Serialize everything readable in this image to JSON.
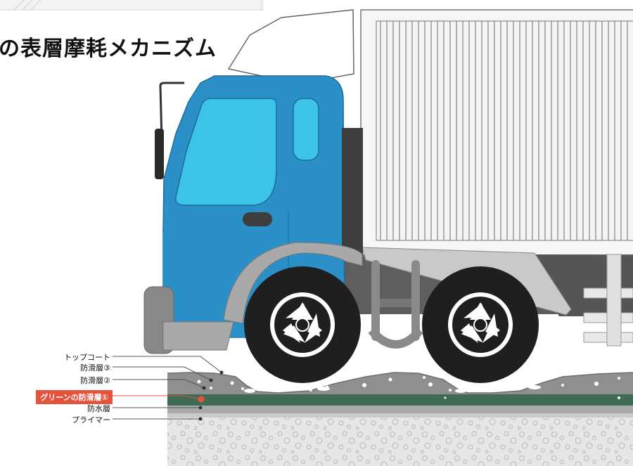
{
  "title": "の表層摩耗メカニズム",
  "layers": {
    "topcoat": "トップコート",
    "skid3": "防滑層③",
    "skid2": "防滑層②",
    "green_skid1": "グリーンの防滑層①",
    "waterproof": "防水層",
    "primer": "プライマー"
  },
  "colors": {
    "cab_blue": "#2b8fc8",
    "window_cyan": "#3cc3e8",
    "highlight_red": "#e5533d",
    "green_layer": "#3f6b54"
  }
}
